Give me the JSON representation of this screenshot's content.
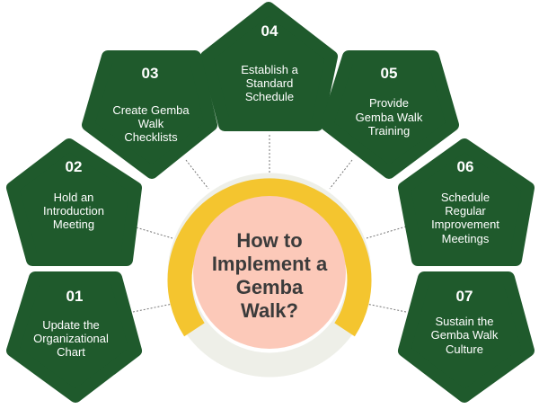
{
  "center": {
    "lines": [
      "How to",
      "Implement a",
      "Gemba",
      "Walk?"
    ]
  },
  "steps": [
    {
      "number": "01",
      "lines": [
        "Update the",
        "Organizational",
        "Chart"
      ]
    },
    {
      "number": "02",
      "lines": [
        "Hold an",
        "Introduction",
        "Meeting"
      ]
    },
    {
      "number": "03",
      "lines": [
        "Create Gemba",
        "Walk",
        "Checklists"
      ]
    },
    {
      "number": "04",
      "lines": [
        "Establish a",
        "Standard",
        "Schedule"
      ]
    },
    {
      "number": "05",
      "lines": [
        "Provide",
        "Gemba Walk",
        "Training"
      ]
    },
    {
      "number": "06",
      "lines": [
        "Schedule",
        "Regular",
        "Improvement",
        "Meetings"
      ]
    },
    {
      "number": "07",
      "lines": [
        "Sustain the",
        "Gemba Walk",
        "Culture"
      ]
    }
  ],
  "colors": {
    "green": "#1f5a2c",
    "yellow": "#f4c52f",
    "pink": "#fcc9b9",
    "ring_gray": "#eeefe8"
  }
}
